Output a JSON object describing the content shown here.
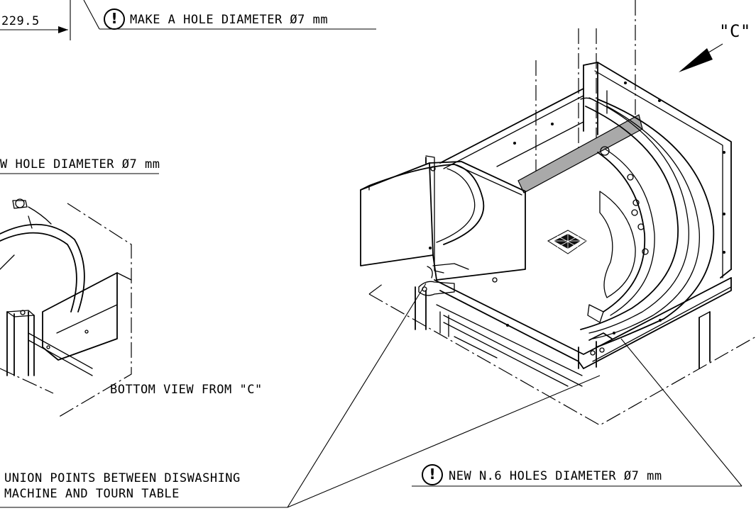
{
  "labels": {
    "dimension": "229.5",
    "top_note": "MAKE A HOLE DIAMETER Ø7 mm",
    "left_note": "W HOLE DIAMETER Ø7 mm",
    "view_c": "\"C\"",
    "bottom_view": "BOTTOM VIEW FROM \"C\"",
    "union_line1": "UNION POINTS BETWEEN DISWASHING",
    "union_line2": "MACHINE AND TOURN TABLE",
    "new_holes": "NEW N.6 HOLES DIAMETER Ø7 mm",
    "warn_symbol": "!"
  }
}
